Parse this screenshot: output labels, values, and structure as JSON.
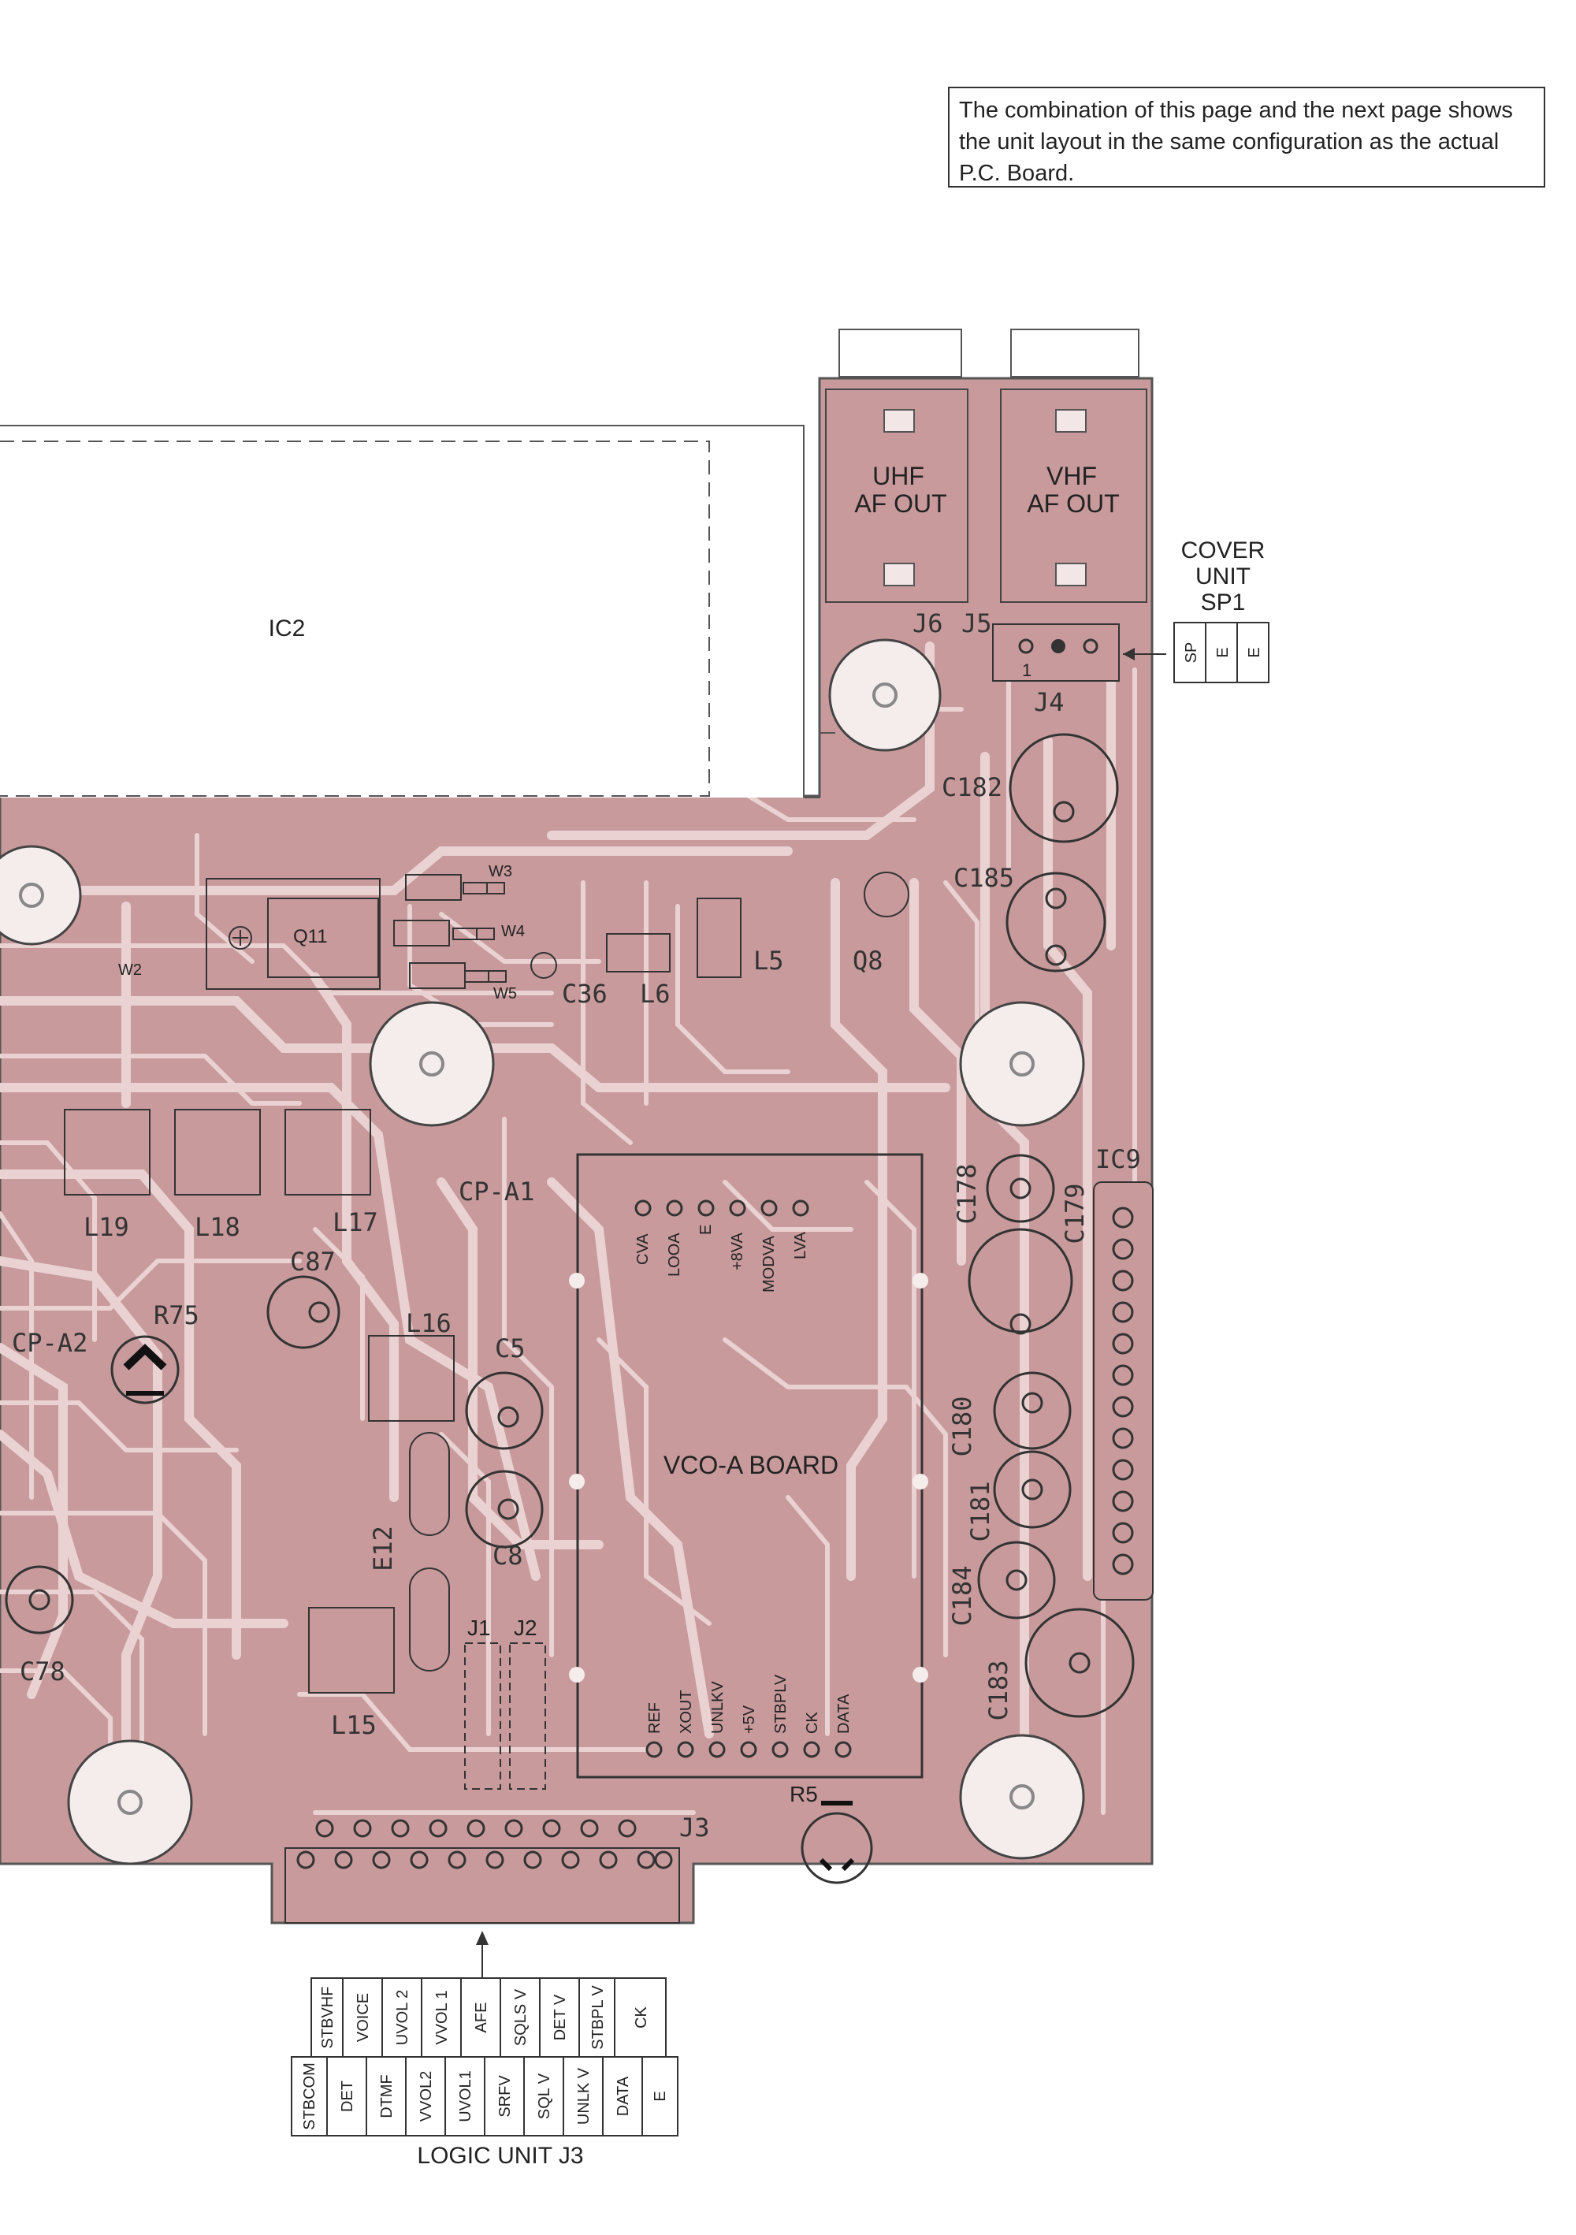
{
  "note": {
    "text": "The combination of this page and the next page shows the unit layout in the same configuration as the actual P.C. Board."
  },
  "connectors": {
    "j6_name": "UHF",
    "j6_sub": "AF OUT",
    "j5_name": "VHF",
    "j5_sub": "AF OUT",
    "j6": "J6",
    "j5": "J5",
    "j4": "J4",
    "j4_pin1": "1",
    "j3": "J3",
    "j1": "J1",
    "j2": "J2"
  },
  "cover_unit": {
    "line1": "COVER",
    "line2": "UNIT",
    "line3": "SP1",
    "pins": [
      "SP",
      "E",
      "E"
    ]
  },
  "ic2": "IC2",
  "ic9": "IC9",
  "components": {
    "c182": "C182",
    "c185": "C185",
    "c178": "C178",
    "c179": "C179",
    "c180": "C180",
    "c181": "C181",
    "c184": "C184",
    "c183": "C183",
    "c87": "C87",
    "c5": "C5",
    "c8": "C8",
    "c36": "C36",
    "c78": "C78",
    "q11": "Q11",
    "q8": "Q8",
    "w2": "W2",
    "w3": "W3",
    "w4": "W4",
    "w5": "W5",
    "l5": "L5",
    "l6": "L6",
    "l15": "L15",
    "l16": "L16",
    "l17": "L17",
    "l18": "L18",
    "l19": "L19",
    "r75": "R75",
    "r5": "R5",
    "e12": "E12",
    "cp_a1": "CP-A1",
    "cp_a2": "CP-A2"
  },
  "vco": {
    "title": "VCO-A BOARD",
    "top_pins": [
      "CVA",
      "LOOA",
      "E",
      "+8VA",
      "MODVA",
      "LVA"
    ],
    "bottom_pins": [
      "REF",
      "XOUT",
      "UNLKV",
      "+5V",
      "STBPLV",
      "CK",
      "DATA"
    ]
  },
  "logic_j3": {
    "title": "LOGIC UNIT J3",
    "top_row": [
      "STBVHF",
      "VOICE",
      "UVOL 2",
      "VVOL 1",
      "AFE",
      "SQLS V",
      "DET V",
      "STBPL V",
      "CK"
    ],
    "bottom_row": [
      "STBCOM",
      "DET",
      "DTMF",
      "VVOL2",
      "UVOL1",
      "SRFV",
      "SQL V",
      "UNLK V",
      "DATA",
      "E"
    ]
  },
  "colors": {
    "board": "#c89a9c",
    "trace": "#ead2d2",
    "outline": "#555555"
  }
}
